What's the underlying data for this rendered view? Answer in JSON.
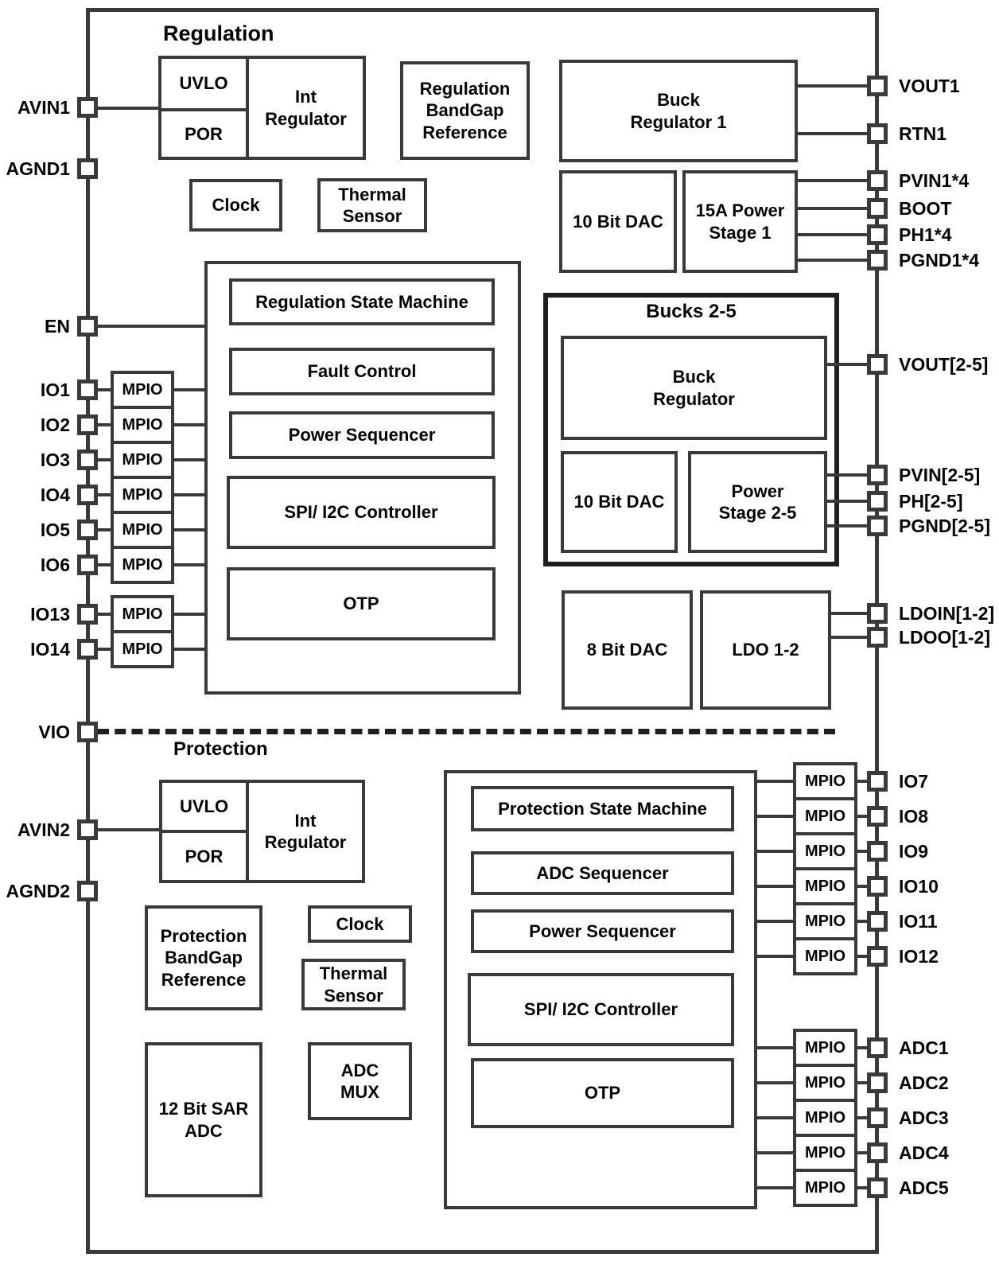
{
  "titles": {
    "regulation": "Regulation",
    "protection": "Protection",
    "bucks_group": "Bucks 2-5"
  },
  "mpio_label": "MPIO",
  "regulation": {
    "uvlo": "UVLO",
    "por": "POR",
    "int_regulator": "Int\nRegulator",
    "bandgap": "Regulation\nBandGap\nReference",
    "clock": "Clock",
    "thermal_sensor": "Thermal\nSensor",
    "buck_regulator_1": "Buck\nRegulator 1",
    "dac_10bit_1": "10 Bit DAC",
    "power_stage_1": "15A Power\nStage 1",
    "state_machine": "Regulation State Machine",
    "fault_control": "Fault Control",
    "power_sequencer": "Power Sequencer",
    "spi_i2c": "SPI/ I2C Controller",
    "otp": "OTP",
    "buck_regulator_25": "Buck\nRegulator",
    "dac_10bit_25": "10 Bit DAC",
    "power_stage_25": "Power\nStage 2-5",
    "dac_8bit": "8 Bit DAC",
    "ldo_12": "LDO 1-2"
  },
  "protection": {
    "uvlo": "UVLO",
    "por": "POR",
    "int_regulator": "Int\nRegulator",
    "bandgap": "Protection\nBandGap\nReference",
    "clock": "Clock",
    "thermal_sensor": "Thermal\nSensor",
    "sar_adc": "12 Bit SAR\nADC",
    "adc_mux": "ADC\nMUX",
    "state_machine": "Protection State Machine",
    "adc_sequencer": "ADC Sequencer",
    "power_sequencer": "Power Sequencer",
    "spi_i2c": "SPI/ I2C Controller",
    "otp": "OTP"
  },
  "pins": {
    "left": [
      "AVIN1",
      "AGND1",
      "EN",
      "IO1",
      "IO2",
      "IO3",
      "IO4",
      "IO5",
      "IO6",
      "IO13",
      "IO14",
      "VIO",
      "AVIN2",
      "AGND2"
    ],
    "right": [
      "VOUT1",
      "RTN1",
      "PVIN1*4",
      "BOOT",
      "PH1*4",
      "PGND1*4",
      "VOUT[2-5]",
      "PVIN[2-5]",
      "PH[2-5]",
      "PGND[2-5]",
      "LDOIN[1-2]",
      "LDOO[1-2]",
      "IO7",
      "IO8",
      "IO9",
      "IO10",
      "IO11",
      "IO12",
      "ADC1",
      "ADC2",
      "ADC3",
      "ADC4",
      "ADC5"
    ]
  },
  "colors": {
    "background": "#ffffff",
    "line": "#3a3a3a",
    "emphasis_line": "#1f1f1f",
    "text": "#050505"
  }
}
